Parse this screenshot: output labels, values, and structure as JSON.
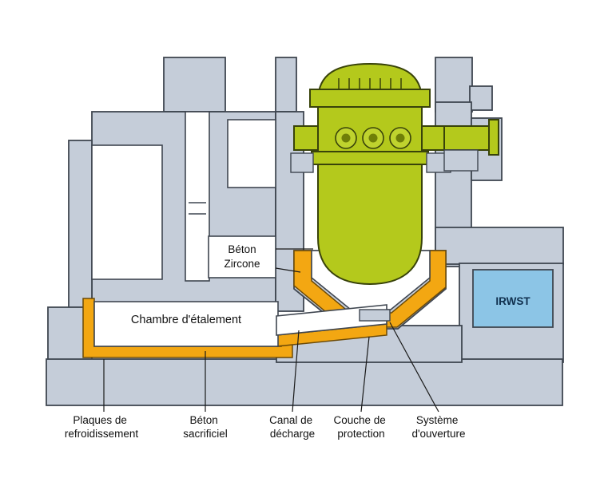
{
  "diagram": {
    "callouts": {
      "beton_zircone_line1": "Béton",
      "beton_zircone_line2": "Zircone",
      "chamber": "Chambre d'étalement",
      "irwst": "IRWST"
    },
    "bottom_labels": [
      {
        "line1": "Plaques de",
        "line2": "refroidissement"
      },
      {
        "line1": "Béton",
        "line2": "sacrificiel"
      },
      {
        "line1": "Canal de",
        "line2": "décharge"
      },
      {
        "line1": "Couche de",
        "line2": "protection"
      },
      {
        "line1": "Système",
        "line2": "d'ouverture"
      }
    ],
    "colors": {
      "structure_gray": "#c5cdd9",
      "outline": "#3f4650",
      "vessel_green": "#b4c91c",
      "lining_orange": "#f3a712",
      "irwst_blue": "#8cc5e6"
    }
  }
}
